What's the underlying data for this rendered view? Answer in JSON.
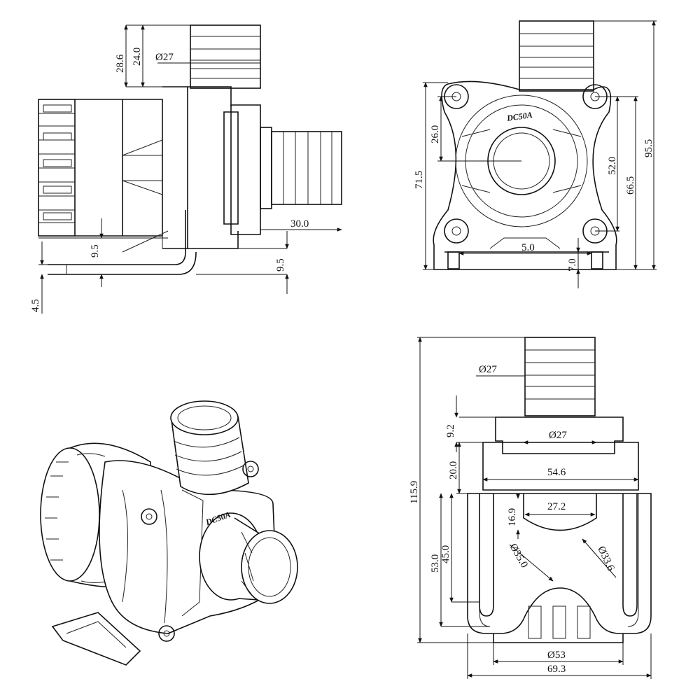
{
  "model_logo": "DC50A",
  "side_view": {
    "dims": [
      "28.6",
      "24.0",
      "Ø27",
      "30.0",
      "9.5",
      "9.5",
      "4.5"
    ]
  },
  "front_view": {
    "dims": [
      "26.0",
      "71.5",
      "52.0",
      "66.5",
      "95.5",
      "5.0",
      "7.0"
    ]
  },
  "bottom_view": {
    "dims": [
      "Ø27",
      "9.2",
      "Ø27",
      "20.0",
      "54.6",
      "115.9",
      "27.2",
      "16.9",
      "45.0",
      "53.0",
      "Ø35.0",
      "Ø33.6",
      "Ø53",
      "69.3"
    ]
  }
}
